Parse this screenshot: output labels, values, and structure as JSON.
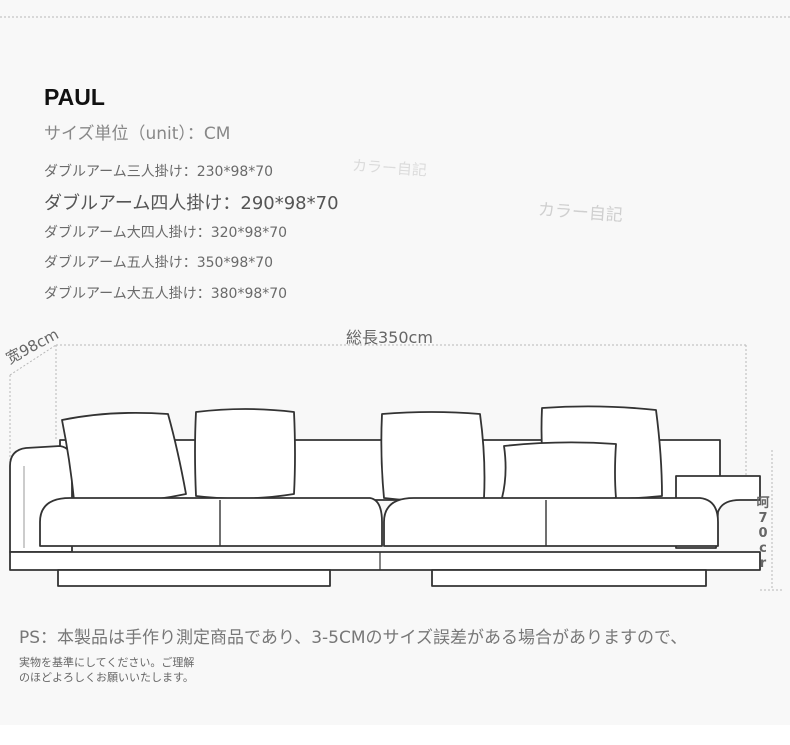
{
  "product": {
    "model": "PAUL",
    "unit_line": "サイズ単位（unit）：CM"
  },
  "specs": [
    "ダブルアーム三人掛け：230*98*70",
    "ダブルアーム四人掛け：290*98*70",
    "ダブルアーム大四人掛け：320*98*70",
    "ダブルアーム五人掛け：350*98*70",
    "ダブルアーム大五人掛け：380*98*70"
  ],
  "dimensions": {
    "width_label": "宽98cm",
    "length_label": "総長350cm",
    "height_label": "呵70cr"
  },
  "watermark": {
    "text": "カラー自記"
  },
  "notes": {
    "ps": "PS：本製品は手作り測定商品であり、3-5CMのサイズ誤差がある場合がありますので、",
    "line1": "実物を基準にしてください。ご理解",
    "line2": "のほどよろしくお願いいたします。"
  },
  "colors": {
    "background": "#f8f8f8",
    "line": "#333333",
    "dimension": "#b8b8b8"
  },
  "icons": {
    "sofa": "sofa-line-drawing"
  }
}
